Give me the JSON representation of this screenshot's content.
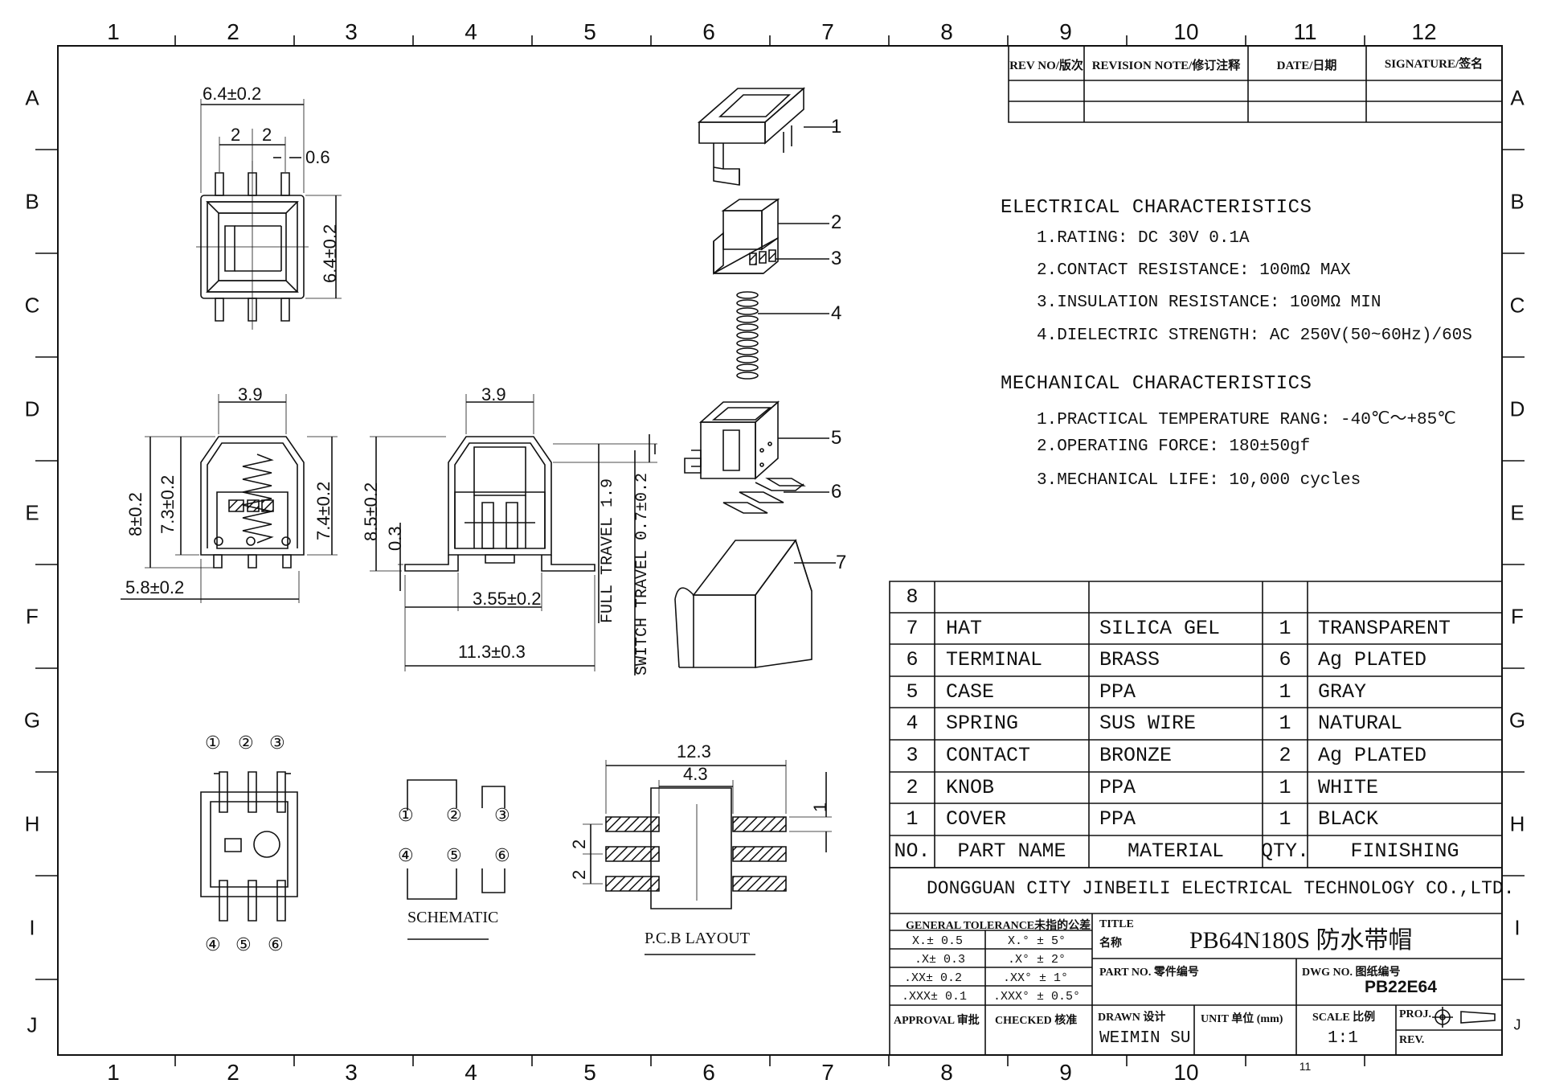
{
  "grid": {
    "columns": [
      "1",
      "2",
      "3",
      "4",
      "5",
      "6",
      "7",
      "8",
      "9",
      "10",
      "11",
      "12"
    ],
    "rows": [
      "A",
      "B",
      "C",
      "D",
      "E",
      "F",
      "G",
      "H",
      "I",
      "J"
    ],
    "bottom_small": "11"
  },
  "revision_table": {
    "headers": [
      "REV NO/版次",
      "REVISION NOTE/修订注释",
      "DATE/日期",
      "SIGNATURE/签名"
    ]
  },
  "electrical": {
    "title": "ELECTRICAL CHARACTERISTICS",
    "items": [
      "1.RATING: DC 30V 0.1A",
      "2.CONTACT RESISTANCE: 100mΩ MAX",
      "3.INSULATION RESISTANCE: 100MΩ MIN",
      "4.DIELECTRIC STRENGTH: AC 250V(50~60Hz)/60S"
    ]
  },
  "mechanical": {
    "title": "MECHANICAL CHARACTERISTICS",
    "items": [
      "1.PRACTICAL TEMPERATURE RANG: -40℃～+85℃",
      "2.OPERATING FORCE: 180±50gf",
      "3.MECHANICAL LIFE: 10,000 cycles"
    ]
  },
  "bom": {
    "headers": [
      "NO.",
      "PART NAME",
      "MATERIAL",
      "QTY.",
      "FINISHING"
    ],
    "rows": [
      {
        "no": "8",
        "name": "",
        "material": "",
        "qty": "",
        "finishing": ""
      },
      {
        "no": "7",
        "name": "HAT",
        "material": "SILICA GEL",
        "qty": "1",
        "finishing": "TRANSPARENT"
      },
      {
        "no": "6",
        "name": "TERMINAL",
        "material": "BRASS",
        "qty": "6",
        "finishing": "Ag PLATED"
      },
      {
        "no": "5",
        "name": "CASE",
        "material": "PPA",
        "qty": "1",
        "finishing": "GRAY"
      },
      {
        "no": "4",
        "name": "SPRING",
        "material": "SUS WIRE",
        "qty": "1",
        "finishing": "NATURAL"
      },
      {
        "no": "3",
        "name": "CONTACT",
        "material": "BRONZE",
        "qty": "2",
        "finishing": "Ag PLATED"
      },
      {
        "no": "2",
        "name": "KNOB",
        "material": "PPA",
        "qty": "1",
        "finishing": "WHITE"
      },
      {
        "no": "1",
        "name": "COVER",
        "material": "PPA",
        "qty": "1",
        "finishing": "BLACK"
      }
    ]
  },
  "title_block": {
    "company": "DONGGUAN CITY JINBEILI ELECTRICAL TECHNOLOGY CO.,LTD.",
    "tolerance_label": "GENERAL TOLERANCE未指的公差",
    "tolerances_linear": [
      "X.± 0.5",
      ".X± 0.3",
      ".XX± 0.2",
      ".XXX± 0.1"
    ],
    "tolerances_angular": [
      "X.° ± 5°",
      ".X° ± 2°",
      ".XX° ± 1°",
      ".XXX° ± 0.5°"
    ],
    "title_label_en": "TITLE",
    "title_label_cn": "名称",
    "title_value": "PB64N180S 防水带帽",
    "part_no_label": "PART NO. 零件编号",
    "dwg_no_label": "DWG NO. 图纸编号",
    "dwg_no_value": "PB22E64",
    "approval_label": "APPROVAL 审批",
    "checked_label": "CHECKED 核准",
    "drawn_label": "DRAWN 设计",
    "drawn_value": "WEIMIN SU",
    "unit_label": "UNIT 单位 (mm)",
    "scale_label": "SCALE 比例",
    "scale_value": "1:1",
    "proj_label": "PROJ.",
    "rev_label": "REV."
  },
  "dimensions": {
    "top_width": "6.4±0.2",
    "top_pitch_a": "2",
    "top_pitch_b": "2",
    "top_pin": "0.6",
    "top_height": "6.4±0.2",
    "side_top": "3.9",
    "side_h1": "8±0.2",
    "side_h2": "7.3±0.2",
    "side_h3": "7.4±0.2",
    "side_base": "5.8±0.2",
    "front_top": "3.9",
    "front_h": "8.5±0.2",
    "front_small": "0.3",
    "front_pin_span": "3.55±0.2",
    "front_total": "11.3±0.3",
    "full_travel": "FULL TRAVEL 1.9",
    "switch_travel": "SWITCH TRAVEL 0.7±0.2",
    "pcb_total": "12.3",
    "pcb_inner": "4.3",
    "pcb_pad": "1",
    "pcb_pitch_a": "2",
    "pcb_pitch_b": "2"
  },
  "callouts": [
    "1",
    "2",
    "3",
    "4",
    "5",
    "6",
    "7"
  ],
  "pins_bottom_top": [
    "①",
    "②",
    "③"
  ],
  "pins_bottom_bot": [
    "④",
    "⑤",
    "⑥"
  ],
  "schematic_top": [
    "①",
    "②",
    "③"
  ],
  "schematic_bot": [
    "④",
    "⑤",
    "⑥"
  ],
  "labels": {
    "schematic": "SCHEMATIC",
    "pcb_layout": "P.C.B LAYOUT"
  }
}
